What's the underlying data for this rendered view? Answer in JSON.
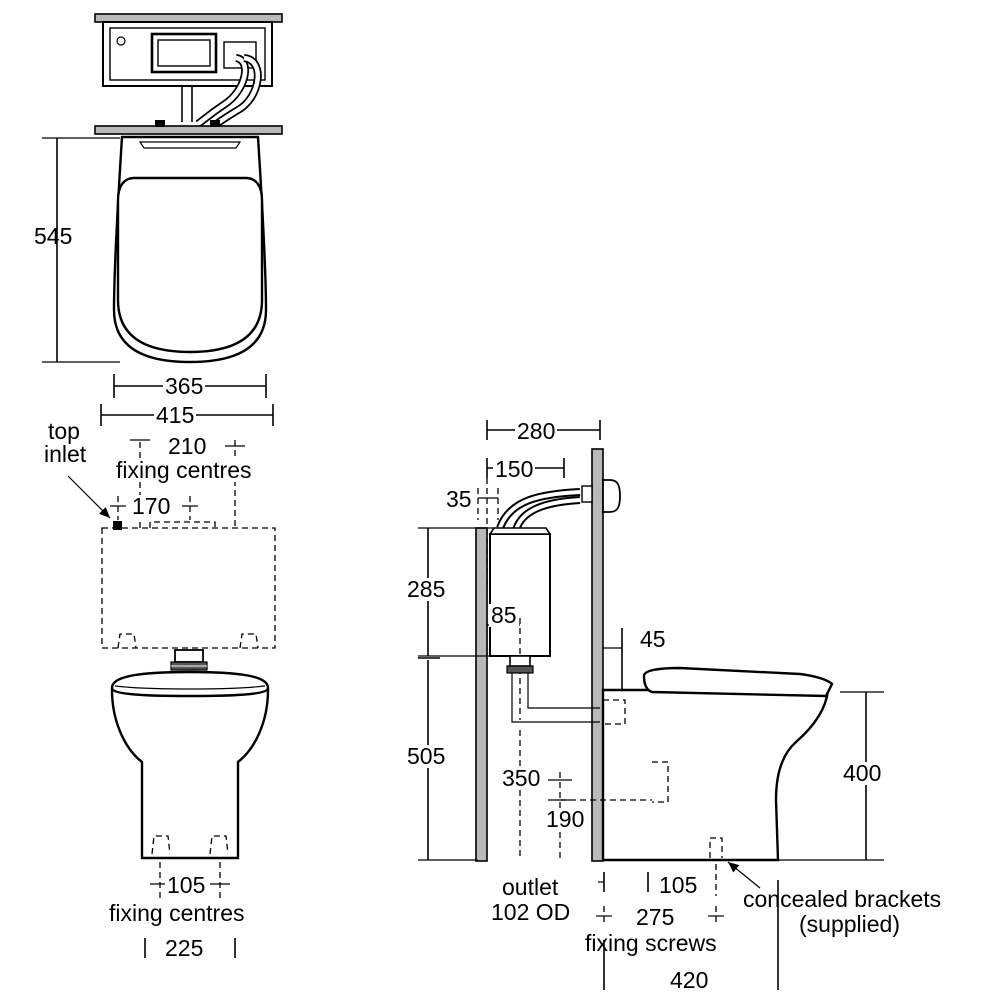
{
  "labels": {
    "height_545": "545",
    "width_365": "365",
    "width_415": "415",
    "top_inlet_1": "top",
    "top_inlet_2": "inlet",
    "fixing_210": "210",
    "fixing_centres_top": "fixing centres",
    "fixing_170": "170",
    "fixing_105_front": "105",
    "fixing_centres_bottom": "fixing centres",
    "width_225": "225",
    "depth_280": "280",
    "depth_150": "150",
    "depth_35": "35",
    "height_285": "285",
    "depth_85": "85",
    "depth_45": "45",
    "height_505": "505",
    "height_400": "400",
    "height_350": "350",
    "height_190": "190",
    "outlet_1": "outlet",
    "outlet_2": "102 OD",
    "fixing_105_side": "105",
    "fixing_275": "275",
    "fixing_screws": "fixing screws",
    "concealed_1": "concealed brackets",
    "concealed_2": "(supplied)",
    "depth_420": "420"
  }
}
